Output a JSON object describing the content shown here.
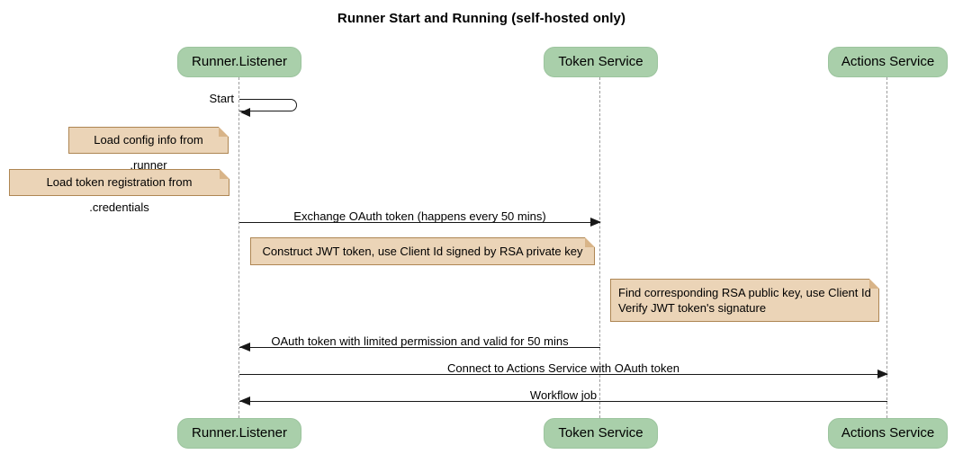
{
  "title": "Runner Start and Running (self-hosted only)",
  "participants": {
    "runner_listener": "Runner.Listener",
    "token_service": "Token Service",
    "actions_service": "Actions Service"
  },
  "messages": {
    "start": "Start",
    "exchange": "Exchange OAuth token (happens every 50 mins)",
    "oauth_return": "OAuth token with limited permission and valid for 50 mins",
    "connect": "Connect to Actions Service with OAuth token",
    "workflow": "Workflow job"
  },
  "notes": {
    "load_config": "Load config info from .runner",
    "load_token": "Load token registration from .credentials",
    "construct_jwt": "Construct JWT token, use Client Id signed by RSA private key",
    "verify_line1": "Find corresponding RSA public key, use Client Id",
    "verify_line2": "Verify JWT token's signature"
  },
  "colors": {
    "participant_fill": "#a9cfaa",
    "note_fill": "#ebd4b7",
    "note_border": "#ae8653",
    "lifeline": "#9c9c9c",
    "arrow": "#181818"
  }
}
